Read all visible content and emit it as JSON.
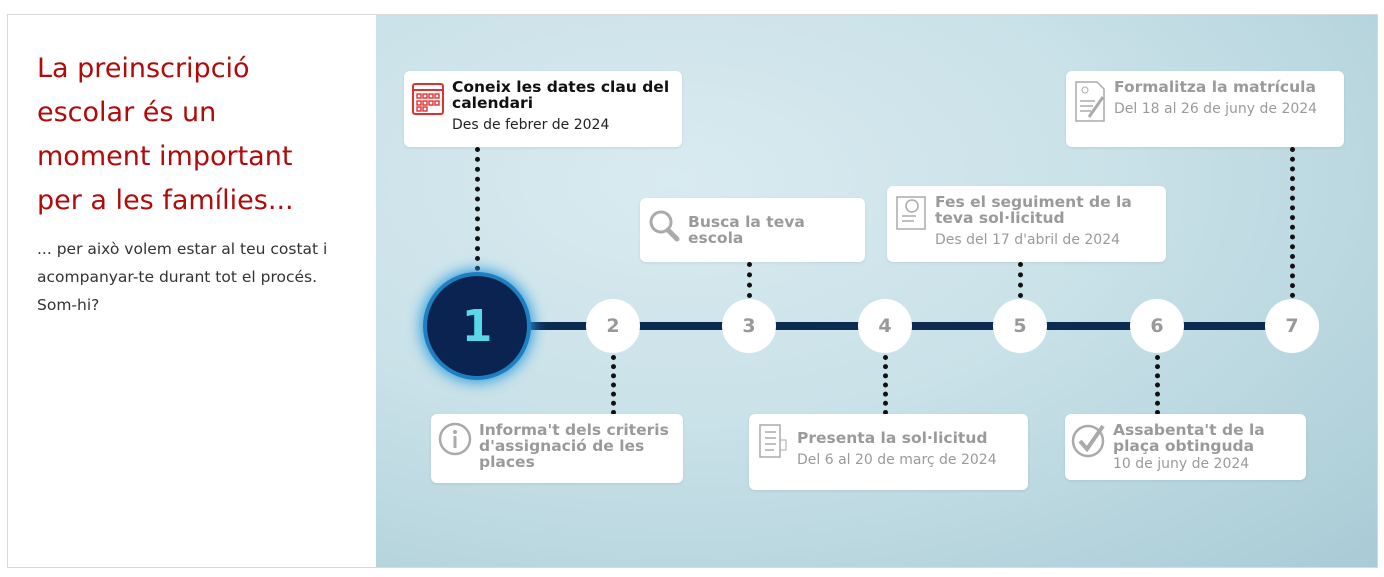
{
  "intro": {
    "title": "La preinscripció escolar és un moment important per a les famílies...",
    "text": "... per això volem estar al teu costat i acompanyar-te durant tot el procés. Som-hi?"
  },
  "accent": "#b00a0a",
  "steps": [
    {
      "number": "1",
      "title": "Coneix les dates clau del calendari",
      "date": "Des de febrer de 2024",
      "icon": "calendar-icon"
    },
    {
      "number": "2",
      "title": "Informa't dels criteris d'assignació de les places",
      "date": "",
      "icon": "info-icon"
    },
    {
      "number": "3",
      "title": "Busca la teva escola",
      "date": "",
      "icon": "search-icon"
    },
    {
      "number": "4",
      "title": "Presenta la sol·licitud",
      "date": "Del 6 al 20  de març de 2024",
      "icon": "form-icon"
    },
    {
      "number": "5",
      "title": "Fes el seguiment de la teva sol·licitud",
      "date": "Des del 17 d'abril de 2024",
      "icon": "tracking-icon"
    },
    {
      "number": "6",
      "title": "Assabenta't de la plaça obtinguda",
      "date": "10 de juny de 2024",
      "icon": "check-icon"
    },
    {
      "number": "7",
      "title": "Formalitza la matrícula",
      "date": "Del 18 al 26 de juny de 2024",
      "icon": "enrollment-icon"
    }
  ]
}
